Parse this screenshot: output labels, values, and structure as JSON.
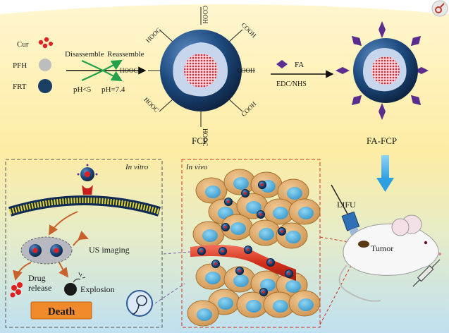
{
  "legend": {
    "cur": "Cur",
    "pfh": "PFH",
    "frt": "FRT"
  },
  "process": {
    "disassemble": "Disassemble",
    "reassemble": "Reassemble",
    "ph_low": "pH<5",
    "ph_high": "pH=7.4"
  },
  "particle": {
    "group": "COOH",
    "group_reversed": "HOOC",
    "name": "FCP",
    "fa_label": "FA",
    "reagent": "EDC/NHS",
    "targeted_name": "FA-FCP"
  },
  "in_vitro": {
    "title": "In vitro",
    "us_imaging": "US imaging",
    "drug_release": [
      "Drug",
      "release"
    ],
    "explosion": "Explosion",
    "death": "Death"
  },
  "in_vivo": {
    "title": "In vivo"
  },
  "mouse": {
    "lifu": "LIFU",
    "tumor": "Tumor"
  },
  "colors": {
    "bg_top": "#fff3c4",
    "bg_bottom": "#bfe0f0",
    "shell": "#1b3d66",
    "core": "#b9cbe6",
    "drug": "#e02020",
    "fa": "#5b2d8e",
    "vessel": "#d9321c",
    "cell": "#d9a76a",
    "nucleus": "#3fa6d8",
    "death_box": "#f08a2c"
  }
}
